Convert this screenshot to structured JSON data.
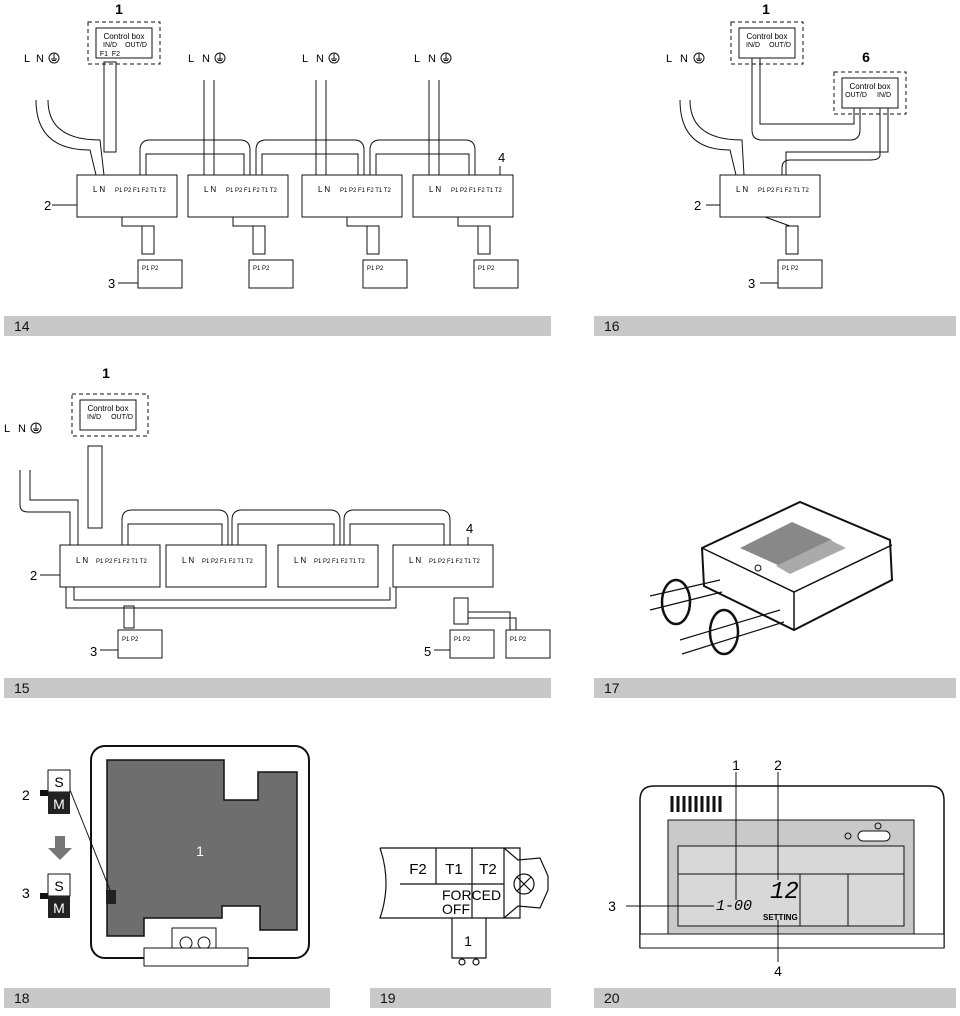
{
  "figures": [
    {
      "number": "14"
    },
    {
      "number": "16"
    },
    {
      "number": "15"
    },
    {
      "number": "17"
    },
    {
      "number": "18"
    },
    {
      "number": "19"
    },
    {
      "number": "20"
    }
  ],
  "callouts": {
    "c1": "1",
    "c2": "2",
    "c3": "3",
    "c4": "4",
    "c5": "5",
    "c6": "6"
  },
  "control_box": {
    "title": "Control box",
    "in_d": "IN/D",
    "out_d": "OUT/D",
    "f1": "F1",
    "f2": "F2"
  },
  "supply": {
    "l": "L",
    "n": "N"
  },
  "terminal": {
    "ln": "L N",
    "row": "P1 P2 F1 F2 T1 T2",
    "remote": "P1 P2"
  },
  "fig18": {
    "s": "S",
    "m": "M"
  },
  "fig19": {
    "f2": "F2",
    "t1": "T1",
    "t2": "T2",
    "forced": "FORCED",
    "off": "OFF"
  },
  "fig20": {
    "code": "1-00",
    "value": "12",
    "setting": "SETTING"
  }
}
